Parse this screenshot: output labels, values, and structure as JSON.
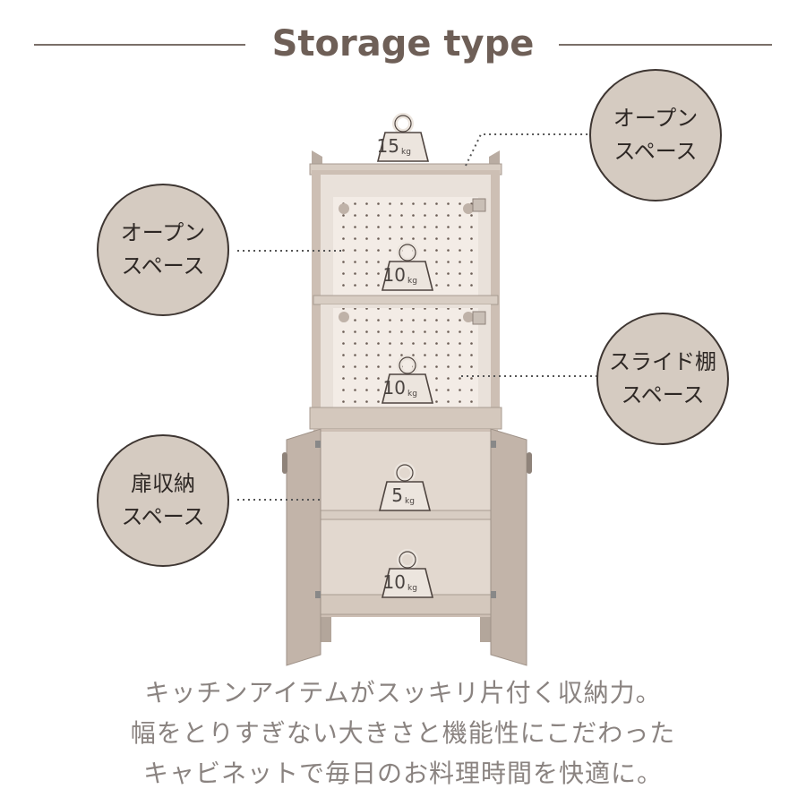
{
  "title": "Storage type",
  "bubbles": {
    "top_right": {
      "line1": "オープン",
      "line2": "スペース"
    },
    "upper_left": {
      "line1": "オープン",
      "line2": "スペース"
    },
    "mid_right": {
      "line1": "スライド棚",
      "line2": "スペース"
    },
    "lower_left": {
      "line1": "扉収納",
      "line2": "スペース"
    }
  },
  "weights": {
    "top": {
      "value": "15",
      "unit": "kg"
    },
    "upper": {
      "value": "10",
      "unit": "kg"
    },
    "middle": {
      "value": "10",
      "unit": "kg"
    },
    "cabinet_shelf": {
      "value": "5",
      "unit": "kg"
    },
    "cabinet_bottom": {
      "value": "10",
      "unit": "kg"
    }
  },
  "caption": {
    "line1": "キッチンアイテムがスッキリ片付く収納力。",
    "line2": "幅をとりすぎない大きさと機能性にこだわった",
    "line3": "キャビネットで毎日のお料理時間を快適に。"
  },
  "colors": {
    "bubble_fill": "#d5cbc1",
    "wood": "#cdc0b5",
    "heading": "#6e5f57",
    "caption": "#8a8380"
  }
}
